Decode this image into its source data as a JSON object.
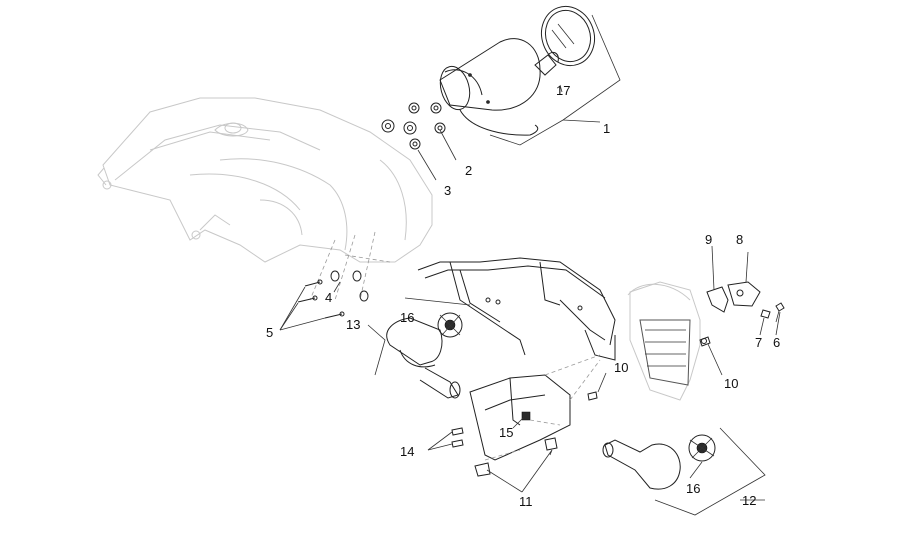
{
  "callouts": {
    "c1": "1",
    "c2": "2",
    "c3": "3",
    "c4": "4",
    "c5": "5",
    "c6": "6",
    "c7": "7",
    "c8": "8",
    "c9": "9",
    "c10a": "10",
    "c10b": "10",
    "c11": "11",
    "c12": "12",
    "c13": "13",
    "c14": "14",
    "c15": "15",
    "c16a": "16",
    "c16b": "16",
    "c17": "17"
  }
}
